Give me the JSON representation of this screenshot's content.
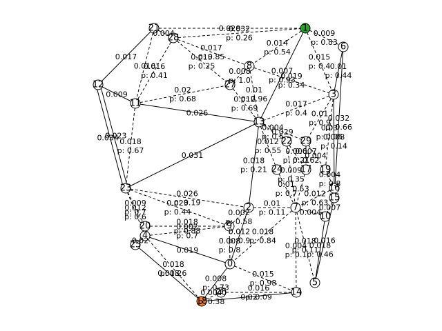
{
  "colors": {
    "default": "#ffffff",
    "start": "#2ca02c",
    "goal": "#ff7f0e"
  },
  "nodes": [
    {
      "id": "0"
    },
    {
      "id": "1",
      "color": "start"
    },
    {
      "id": "2"
    },
    {
      "id": "3"
    },
    {
      "id": "4"
    },
    {
      "id": "5"
    },
    {
      "id": "6"
    },
    {
      "id": "7"
    },
    {
      "id": "8"
    },
    {
      "id": "9"
    },
    {
      "id": "10"
    },
    {
      "id": "11"
    },
    {
      "id": "12"
    },
    {
      "id": "13"
    },
    {
      "id": "14"
    },
    {
      "id": "15"
    },
    {
      "id": "16"
    },
    {
      "id": "17"
    },
    {
      "id": "18",
      "color": "goal"
    },
    {
      "id": "19"
    },
    {
      "id": "20"
    },
    {
      "id": "21"
    },
    {
      "id": "22"
    },
    {
      "id": "23"
    },
    {
      "id": "24"
    },
    {
      "id": "25"
    },
    {
      "id": "26"
    },
    {
      "id": "27"
    },
    {
      "id": "28"
    },
    {
      "id": "29"
    }
  ],
  "edges": [
    {
      "from": "21",
      "to": "28",
      "label": "0.004",
      "style": "dashed"
    },
    {
      "from": "28",
      "to": "1",
      "label": "0.032\np: 0.26",
      "style": "dashed"
    },
    {
      "from": "21",
      "to": "1",
      "label": "0.028",
      "style": "dashed"
    },
    {
      "from": "1",
      "to": "6",
      "label": "0.009\np: 0.83",
      "style": "dashed"
    },
    {
      "from": "1",
      "to": "8",
      "label": "0.014\np: 0.54",
      "style": "dashed"
    },
    {
      "from": "28",
      "to": "8",
      "label": "0.017\np: 0.85",
      "style": "dashed"
    },
    {
      "from": "28",
      "to": "27",
      "label": "0.015\np: 0.25",
      "style": "dashed"
    },
    {
      "from": "21",
      "to": "12",
      "label": "0.017",
      "style": "solid"
    },
    {
      "from": "21",
      "to": "11",
      "label": "0.016",
      "style": "dashed"
    },
    {
      "from": "28",
      "to": "11",
      "label": "0.016\np: 0.41",
      "style": "dashed"
    },
    {
      "from": "12",
      "to": "11",
      "label": "0.009",
      "style": "solid"
    },
    {
      "from": "11",
      "to": "27",
      "label": "0.02\np: 0.68",
      "style": "dashed"
    },
    {
      "from": "11",
      "to": "13",
      "label": "0.026",
      "style": "solid"
    },
    {
      "from": "1",
      "to": "3",
      "label": "0.015\np: 0.4",
      "style": "dashed"
    },
    {
      "from": "6",
      "to": "3",
      "label": "0.01\np: 0.44",
      "style": "solid"
    },
    {
      "from": "8",
      "to": "3",
      "label": "0.019\np: 0.34",
      "style": "dashed"
    },
    {
      "from": "8",
      "to": "27",
      "label": "0.008\np: 1.0",
      "style": "dashed"
    },
    {
      "from": "27",
      "to": "13",
      "label": "0.012\np: 0.69",
      "style": "dashed"
    },
    {
      "from": "8",
      "to": "13",
      "label": "0.01\np: 0.96",
      "style": "dashed"
    },
    {
      "from": "1",
      "to": "13",
      "label": "0.007\np: 0.93",
      "style": "solid"
    },
    {
      "from": "3",
      "to": "13",
      "label": "0.017\np: 0.4",
      "style": "dashed"
    },
    {
      "from": "3",
      "to": "29",
      "label": "0.01\np: 0.9",
      "style": "dashed"
    },
    {
      "from": "3",
      "to": "19",
      "label": "0.03\np: 0.05",
      "style": "dashed"
    },
    {
      "from": "6",
      "to": "15",
      "label": "0.032\np: 0.66",
      "style": "solid"
    },
    {
      "from": "3",
      "to": "16",
      "label": "0.008\np: 0.14",
      "style": "solid"
    },
    {
      "from": "12",
      "to": "23",
      "label": "0.023",
      "style": "solid"
    },
    {
      "from": "12",
      "to": "23",
      "label": "0.034",
      "style": "solid"
    },
    {
      "from": "11",
      "to": "23",
      "label": "0.018\np: 0.67",
      "style": "dashed"
    },
    {
      "from": "23",
      "to": "13",
      "label": "0.031",
      "style": "solid"
    },
    {
      "from": "13",
      "to": "22",
      "label": "0.004\np: 0.5",
      "style": "dashed"
    },
    {
      "from": "13",
      "to": "29",
      "label": "0.029",
      "style": "dashed"
    },
    {
      "from": "13",
      "to": "24",
      "label": "0.012\np: 0.55",
      "style": "dashed"
    },
    {
      "from": "13",
      "to": "2",
      "label": "0.018\np: 0.21",
      "style": "solid"
    },
    {
      "from": "22",
      "to": "17",
      "label": "0.006\np: 0.21",
      "style": "dashed"
    },
    {
      "from": "29",
      "to": "17",
      "label": "0.007\np: 0.62",
      "style": "dashed"
    },
    {
      "from": "29",
      "to": "19",
      "label": "0.004",
      "style": "dashed"
    },
    {
      "from": "24",
      "to": "7",
      "label": "0.01\np: 0.7",
      "style": "dashed"
    },
    {
      "from": "22",
      "to": "7",
      "label": "0.009\np: 0.35",
      "style": "dashed"
    },
    {
      "from": "17",
      "to": "7",
      "label": "0.53",
      "style": "dashed"
    },
    {
      "from": "19",
      "to": "16",
      "label": "0.004\np: 0.8",
      "style": "dashed"
    },
    {
      "from": "16",
      "to": "7",
      "label": "0.012\np: 0.63",
      "style": "dashed"
    },
    {
      "from": "15",
      "to": "10",
      "label": "0.007",
      "style": "dashed"
    },
    {
      "from": "7",
      "to": "10",
      "label": "0.004",
      "style": "dashed"
    },
    {
      "from": "23",
      "to": "2",
      "label": "0.026\np: 0.19",
      "style": "dashed"
    },
    {
      "from": "23",
      "to": "9",
      "label": "0.023\np: 0.44",
      "style": "dashed"
    },
    {
      "from": "23",
      "to": "20",
      "label": "0.009\np: 0.7",
      "style": "dashed"
    },
    {
      "from": "23",
      "to": "4",
      "label": "0.012\np: 0.6",
      "style": "dashed"
    },
    {
      "from": "2",
      "to": "9",
      "label": "0.002\np: 0.58",
      "style": "dashed"
    },
    {
      "from": "2",
      "to": "7",
      "label": "0.01\np: 0.11",
      "style": "dashed"
    },
    {
      "from": "20",
      "to": "9",
      "label": "0.018\np: 0.88",
      "style": "dashed"
    },
    {
      "from": "4",
      "to": "9",
      "label": "0.002\np: 0.7",
      "style": "dashed"
    },
    {
      "from": "4",
      "to": "25",
      "label": "0.02",
      "style": "dashed"
    },
    {
      "from": "9",
      "to": "0",
      "label": "0.008\np: 0.8",
      "style": "dashed"
    },
    {
      "from": "2",
      "to": "0",
      "label": "0.012\np: 0.9",
      "style": "solid"
    },
    {
      "from": "7",
      "to": "0",
      "label": "0.018\np: 0.84",
      "style": "dashed"
    },
    {
      "from": "4",
      "to": "0",
      "label": "0.019",
      "style": "solid"
    },
    {
      "from": "7",
      "to": "5",
      "label": "0.018\np: 0.11",
      "style": "dashed"
    },
    {
      "from": "10",
      "to": "5",
      "label": "0.018\np: 0.46",
      "style": "solid"
    },
    {
      "from": "15",
      "to": "5",
      "label": "0.016",
      "style": "solid"
    },
    {
      "from": "7",
      "to": "14",
      "label": "0.004\np: 0.1",
      "style": "dashed"
    },
    {
      "from": "0",
      "to": "14",
      "label": "0.015\np: 0.98",
      "style": "dashed"
    },
    {
      "from": "0",
      "to": "18",
      "label": "0.008\np: 0.73",
      "style": "solid"
    },
    {
      "from": "4",
      "to": "18",
      "label": "0.018\np: 0.26",
      "style": "dashed"
    },
    {
      "from": "25",
      "to": "18",
      "label": "0.018",
      "style": "solid"
    },
    {
      "from": "18",
      "to": "26",
      "label": "0.004\np: 0.38",
      "style": "dashed"
    },
    {
      "from": "26",
      "to": "14",
      "label": "0.016\np: 0.09",
      "style": "dashed"
    },
    {
      "from": "18",
      "to": "14",
      "label": "0.02",
      "style": "solid"
    }
  ]
}
